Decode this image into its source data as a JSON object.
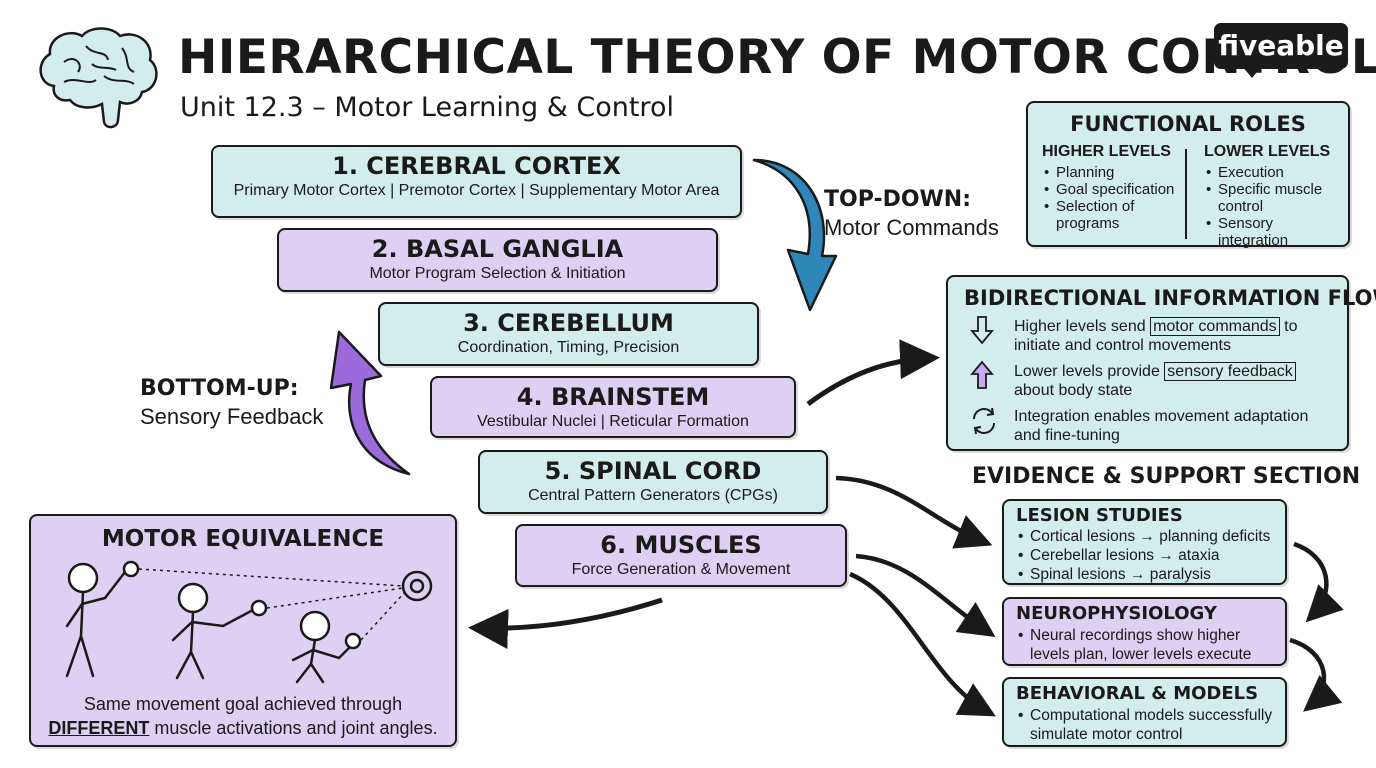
{
  "header": {
    "title": "HIERARCHICAL THEORY OF MOTOR CONTROL",
    "subtitle": "Unit 12.3 – Motor Learning & Control",
    "logo_text": "fiveable"
  },
  "hierarchy": {
    "levels": [
      {
        "title": "1. CEREBRAL CORTEX",
        "subtitle": "Primary Motor Cortex | Premotor Cortex | Supplementary Motor Area"
      },
      {
        "title": "2. BASAL GANGLIA",
        "subtitle": "Motor Program Selection & Initiation"
      },
      {
        "title": "3. CEREBELLUM",
        "subtitle": "Coordination, Timing, Precision"
      },
      {
        "title": "4. BRAINSTEM",
        "subtitle": "Vestibular Nuclei | Reticular Formation"
      },
      {
        "title": "5. SPINAL CORD",
        "subtitle": "Central Pattern Generators (CPGs)"
      },
      {
        "title": "6. MUSCLES",
        "subtitle": "Force Generation & Movement"
      }
    ],
    "top_down": {
      "title": "TOP-DOWN:",
      "text": "Motor Commands"
    },
    "bottom_up": {
      "title": "BOTTOM-UP:",
      "text": "Sensory Feedback"
    }
  },
  "functional_roles": {
    "title": "FUNCTIONAL ROLES",
    "higher": {
      "title": "HIGHER LEVELS",
      "items": [
        "Planning",
        "Goal specification",
        "Selection of programs"
      ]
    },
    "lower": {
      "title": "LOWER LEVELS",
      "items": [
        "Execution",
        "Specific muscle control",
        "Sensory integration"
      ]
    }
  },
  "info_flow": {
    "title": "BIDIRECTIONAL INFORMATION FLOW",
    "rows": [
      {
        "icon": "down-arrow-icon",
        "pre": "Higher levels send ",
        "highlight": "motor commands",
        "post": " to initiate and control movements"
      },
      {
        "icon": "up-arrow-icon",
        "pre": "Lower levels provide ",
        "highlight": "sensory feedback",
        "post": " about body state"
      },
      {
        "icon": "cycle-icon",
        "pre": "Integration enables movement adaptation and fine-tuning",
        "highlight": "",
        "post": ""
      }
    ]
  },
  "evidence": {
    "title": "EVIDENCE & SUPPORT SECTION",
    "boxes": [
      {
        "title": "LESION STUDIES",
        "items": [
          "Cortical lesions → planning deficits",
          "Cerebellar lesions → ataxia",
          "Spinal lesions → paralysis"
        ]
      },
      {
        "title": "NEUROPHYSIOLOGY",
        "items": [
          "Neural recordings show higher levels plan, lower levels execute"
        ]
      },
      {
        "title": "BEHAVIORAL & MODELS",
        "items": [
          "Computational models successfully simulate motor control"
        ]
      }
    ]
  },
  "motor_equivalence": {
    "title": "MOTOR EQUIVALENCE",
    "caption_line1": "Same movement goal achieved through",
    "caption_emphasis": "DIFFERENT",
    "caption_line2_rest": " muscle activations and joint angles."
  },
  "colors": {
    "teal": "#d3ecec",
    "purple": "#ddd0f2",
    "blue_arrow": "#2e87b8",
    "purple_arrow": "#9b6bdc",
    "outline": "#1a1a1a"
  }
}
